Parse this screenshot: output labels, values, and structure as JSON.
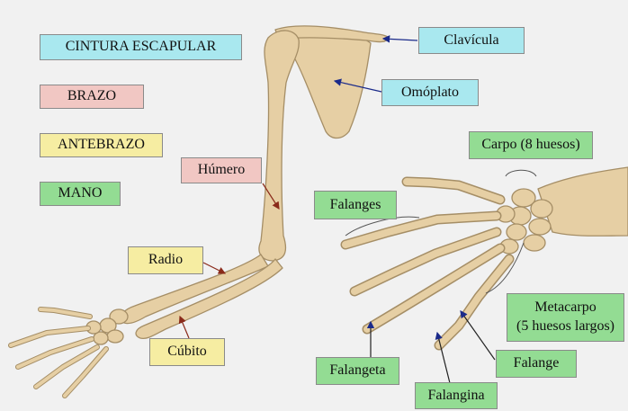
{
  "legend": {
    "shoulder_girdle": "CINTURA ESCAPULAR",
    "arm": "BRAZO",
    "forearm": "ANTEBRAZO",
    "hand": "MANO"
  },
  "labels": {
    "clavicle": "Clavícula",
    "scapula": "Omóplato",
    "humerus": "Húmero",
    "radius": "Radio",
    "ulna": "Cúbito",
    "carpus": "Carpo (8 huesos)",
    "phalanges": "Falanges",
    "metacarpus_line1": "Metacarpo",
    "metacarpus_line2": "(5 huesos largos)",
    "proximal_phalanx": "Falange",
    "middle_phalanx": "Falangina",
    "distal_phalanx": "Falangeta"
  },
  "colors": {
    "background": "#f1f1f1",
    "shoulder_girdle_box": "#a9e8ef",
    "arm_box": "#f1c7c3",
    "forearm_box": "#f6eda2",
    "hand_box": "#93dc93",
    "bone": "#e6cfa4",
    "bone_outline": "#a58e66",
    "shoulder_arrow": "#1a2a8a",
    "arm_arrow": "#8a2a1a"
  }
}
